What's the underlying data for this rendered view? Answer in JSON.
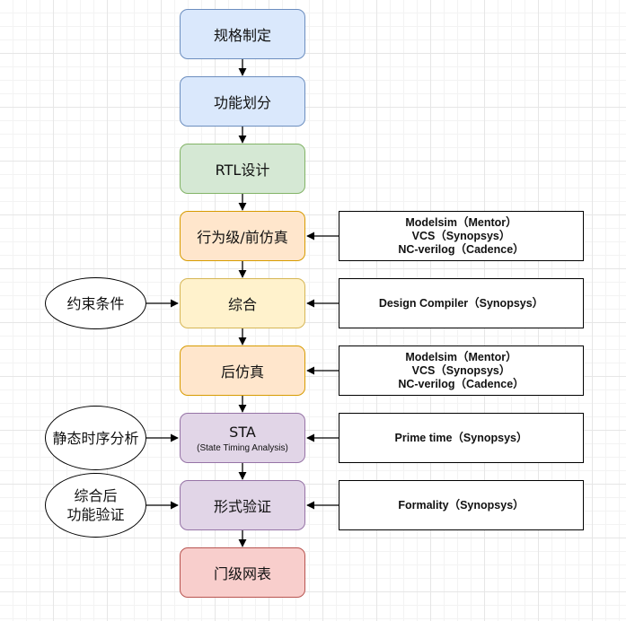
{
  "colors": {
    "blue": {
      "fill": "#dae8fc",
      "stroke": "#6c8ebf"
    },
    "green": {
      "fill": "#d5e8d4",
      "stroke": "#82b366"
    },
    "orange": {
      "fill": "#ffe6cc",
      "stroke": "#d79b00"
    },
    "yellow": {
      "fill": "#fff2cc",
      "stroke": "#d6b656"
    },
    "purple": {
      "fill": "#e1d5e7",
      "stroke": "#9673a6"
    },
    "red": {
      "fill": "#f8cecc",
      "stroke": "#b85450"
    }
  },
  "steps": [
    {
      "label": "规格制定",
      "color": "blue"
    },
    {
      "label": "功能划分",
      "color": "blue"
    },
    {
      "label": "RTL设计",
      "color": "green"
    },
    {
      "label": "行为级/前仿真",
      "color": "orange"
    },
    {
      "label": "综合",
      "color": "yellow"
    },
    {
      "label": "后仿真",
      "color": "orange"
    },
    {
      "label": "STA",
      "sub": "(State Timing Analysis)",
      "color": "purple"
    },
    {
      "label": "形式验证",
      "color": "purple"
    },
    {
      "label": "门级网表",
      "color": "red"
    }
  ],
  "tools": [
    {
      "lines": [
        "Modelsim（Mentor）",
        "VCS（Synopsys）",
        "NC-verilog（Cadence）"
      ]
    },
    {
      "lines": [
        "Design Compiler（Synopsys）"
      ]
    },
    {
      "lines": [
        "Modelsim（Mentor）",
        "VCS（Synopsys）",
        "NC-verilog（Cadence）"
      ]
    },
    {
      "lines": [
        "Prime time（Synopsys）"
      ]
    },
    {
      "lines": [
        "Formality（Synopsys）"
      ]
    }
  ],
  "inputs": [
    {
      "lines": [
        "约束条件"
      ]
    },
    {
      "lines": [
        "静态时序分析"
      ]
    },
    {
      "lines": [
        "综合后",
        "功能验证"
      ]
    }
  ]
}
